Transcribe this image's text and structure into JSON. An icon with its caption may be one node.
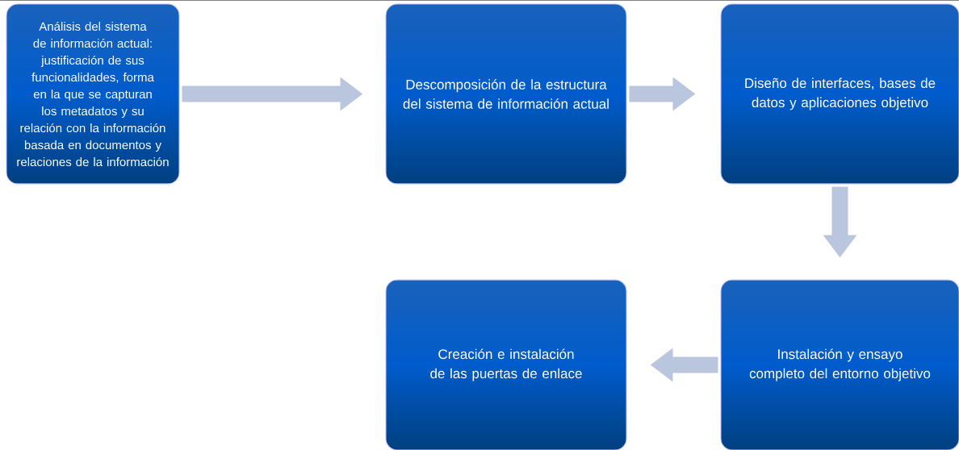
{
  "diagram": {
    "nodes": [
      {
        "text": [
          "Análisis del sistema de información actual: justificación de sus funcionalidades, forma en la que se capturan los metadatos y su relación con la información basada en documentos y relaciones de la información"
        ]
      },
      {
        "text": [
          "Descomposición de la estructura del sistema de información actual"
        ]
      },
      {
        "text": [
          "Diseño de interfaces, bases de datos y aplicaciones objetivo"
        ]
      },
      {
        "text": [
          "Instalación y ensayo completo del entorno objetivo"
        ]
      },
      {
        "text": [
          "Creación e instalación de las puertas de enlace"
        ]
      }
    ],
    "edges": [
      {
        "from": 0,
        "to": 1,
        "arrow": "to"
      },
      {
        "from": 1,
        "to": 2,
        "arrow": "to"
      },
      {
        "from": 2,
        "to": 3,
        "arrow": "to"
      },
      {
        "from": 3,
        "to": 4,
        "arrow": "to"
      }
    ]
  }
}
